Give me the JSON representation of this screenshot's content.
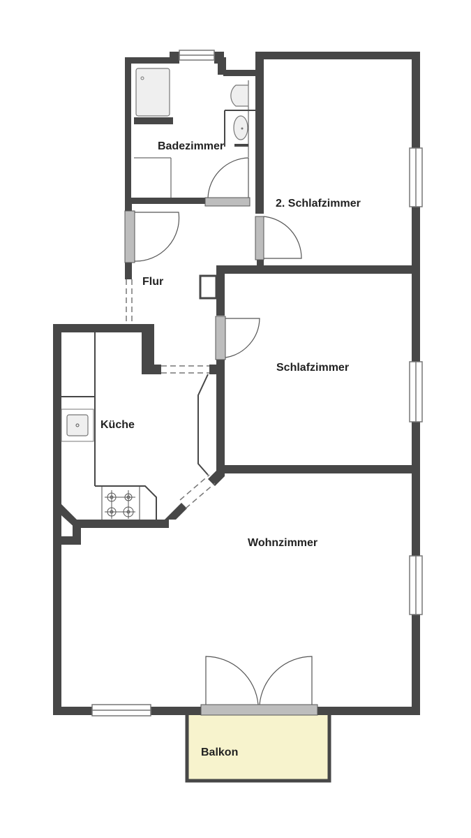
{
  "floorplan": {
    "colors": {
      "wall": "#474747",
      "door_leaf": "#bdbdbd",
      "balcony_fill": "#f7f3cd",
      "background": "#ffffff",
      "fixture": "#efefef"
    },
    "rooms": [
      {
        "id": "badezimmer",
        "label": "Badezimmer"
      },
      {
        "id": "schlafzimmer2",
        "label": "2. Schlafzimmer"
      },
      {
        "id": "flur",
        "label": "Flur"
      },
      {
        "id": "schlafzimmer",
        "label": "Schlafzimmer"
      },
      {
        "id": "kueche",
        "label": "Küche"
      },
      {
        "id": "wohnzimmer",
        "label": "Wohnzimmer"
      },
      {
        "id": "balkon",
        "label": "Balkon"
      }
    ]
  }
}
